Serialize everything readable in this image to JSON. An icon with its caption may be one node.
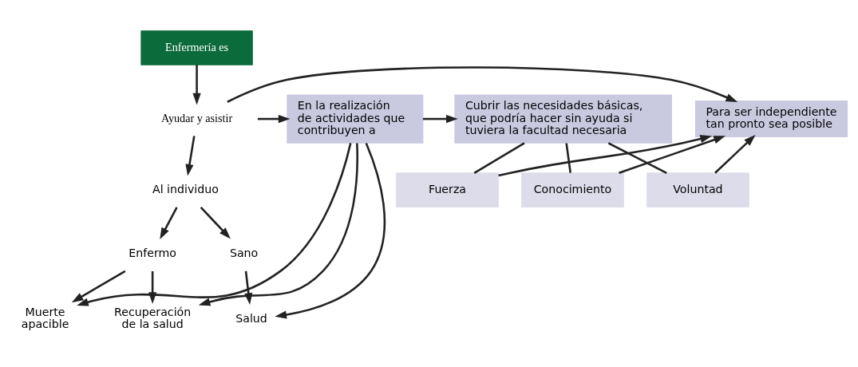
{
  "diagram": {
    "nodes": [
      {
        "text": [
          "Enfermería es"
        ]
      },
      {
        "text": [
          "Ayudar y asistir"
        ]
      },
      {
        "text": [
          "Para ser independiente tan pronto sea posible"
        ]
      },
      {
        "text": [
          "En la realización de actividades que contribuyen a"
        ]
      },
      {
        "text": [
          "Cubrir las necesidades básicas, que podría hacer sin ayuda si tuviera la facultad necesaria"
        ]
      },
      {
        "text": [
          "Al individuo"
        ]
      },
      {
        "text": [
          "Enfermo"
        ]
      },
      {
        "text": [
          "Sano"
        ]
      },
      {
        "text": [
          "Muerte apacible"
        ]
      },
      {
        "text": [
          "Recuperación de la salud"
        ]
      },
      {
        "text": [
          "Salud"
        ]
      },
      {
        "text": [
          "Fuerza"
        ]
      },
      {
        "text": [
          "Conocimiento"
        ]
      },
      {
        "text": [
          "Voluntad"
        ]
      }
    ],
    "edges": [
      {
        "from": 0,
        "to": 1,
        "arrow": "to"
      },
      {
        "from": 1,
        "to": 2,
        "arrow": "to"
      },
      {
        "from": 1,
        "to": 3,
        "arrow": "to"
      },
      {
        "from": 3,
        "to": 4,
        "arrow": "to"
      },
      {
        "from": 1,
        "to": 5,
        "arrow": "to"
      },
      {
        "from": 5,
        "to": 6,
        "arrow": "to"
      },
      {
        "from": 5,
        "to": 7,
        "arrow": "to"
      },
      {
        "from": 6,
        "to": 8,
        "arrow": "to"
      },
      {
        "from": 6,
        "to": 9,
        "arrow": "to"
      },
      {
        "from": 7,
        "to": 10,
        "arrow": "to"
      },
      {
        "from": 3,
        "to": 8,
        "arrow": "to"
      },
      {
        "from": 3,
        "to": 9,
        "arrow": "to"
      },
      {
        "from": 3,
        "to": 10,
        "arrow": "to"
      },
      {
        "from": 4,
        "to": 11,
        "arrow": "none"
      },
      {
        "from": 4,
        "to": 12,
        "arrow": "none"
      },
      {
        "from": 4,
        "to": 13,
        "arrow": "none"
      },
      {
        "from": 11,
        "to": 2,
        "arrow": "to"
      },
      {
        "from": 12,
        "to": 2,
        "arrow": "to"
      },
      {
        "from": 13,
        "to": 2,
        "arrow": "to"
      }
    ]
  }
}
